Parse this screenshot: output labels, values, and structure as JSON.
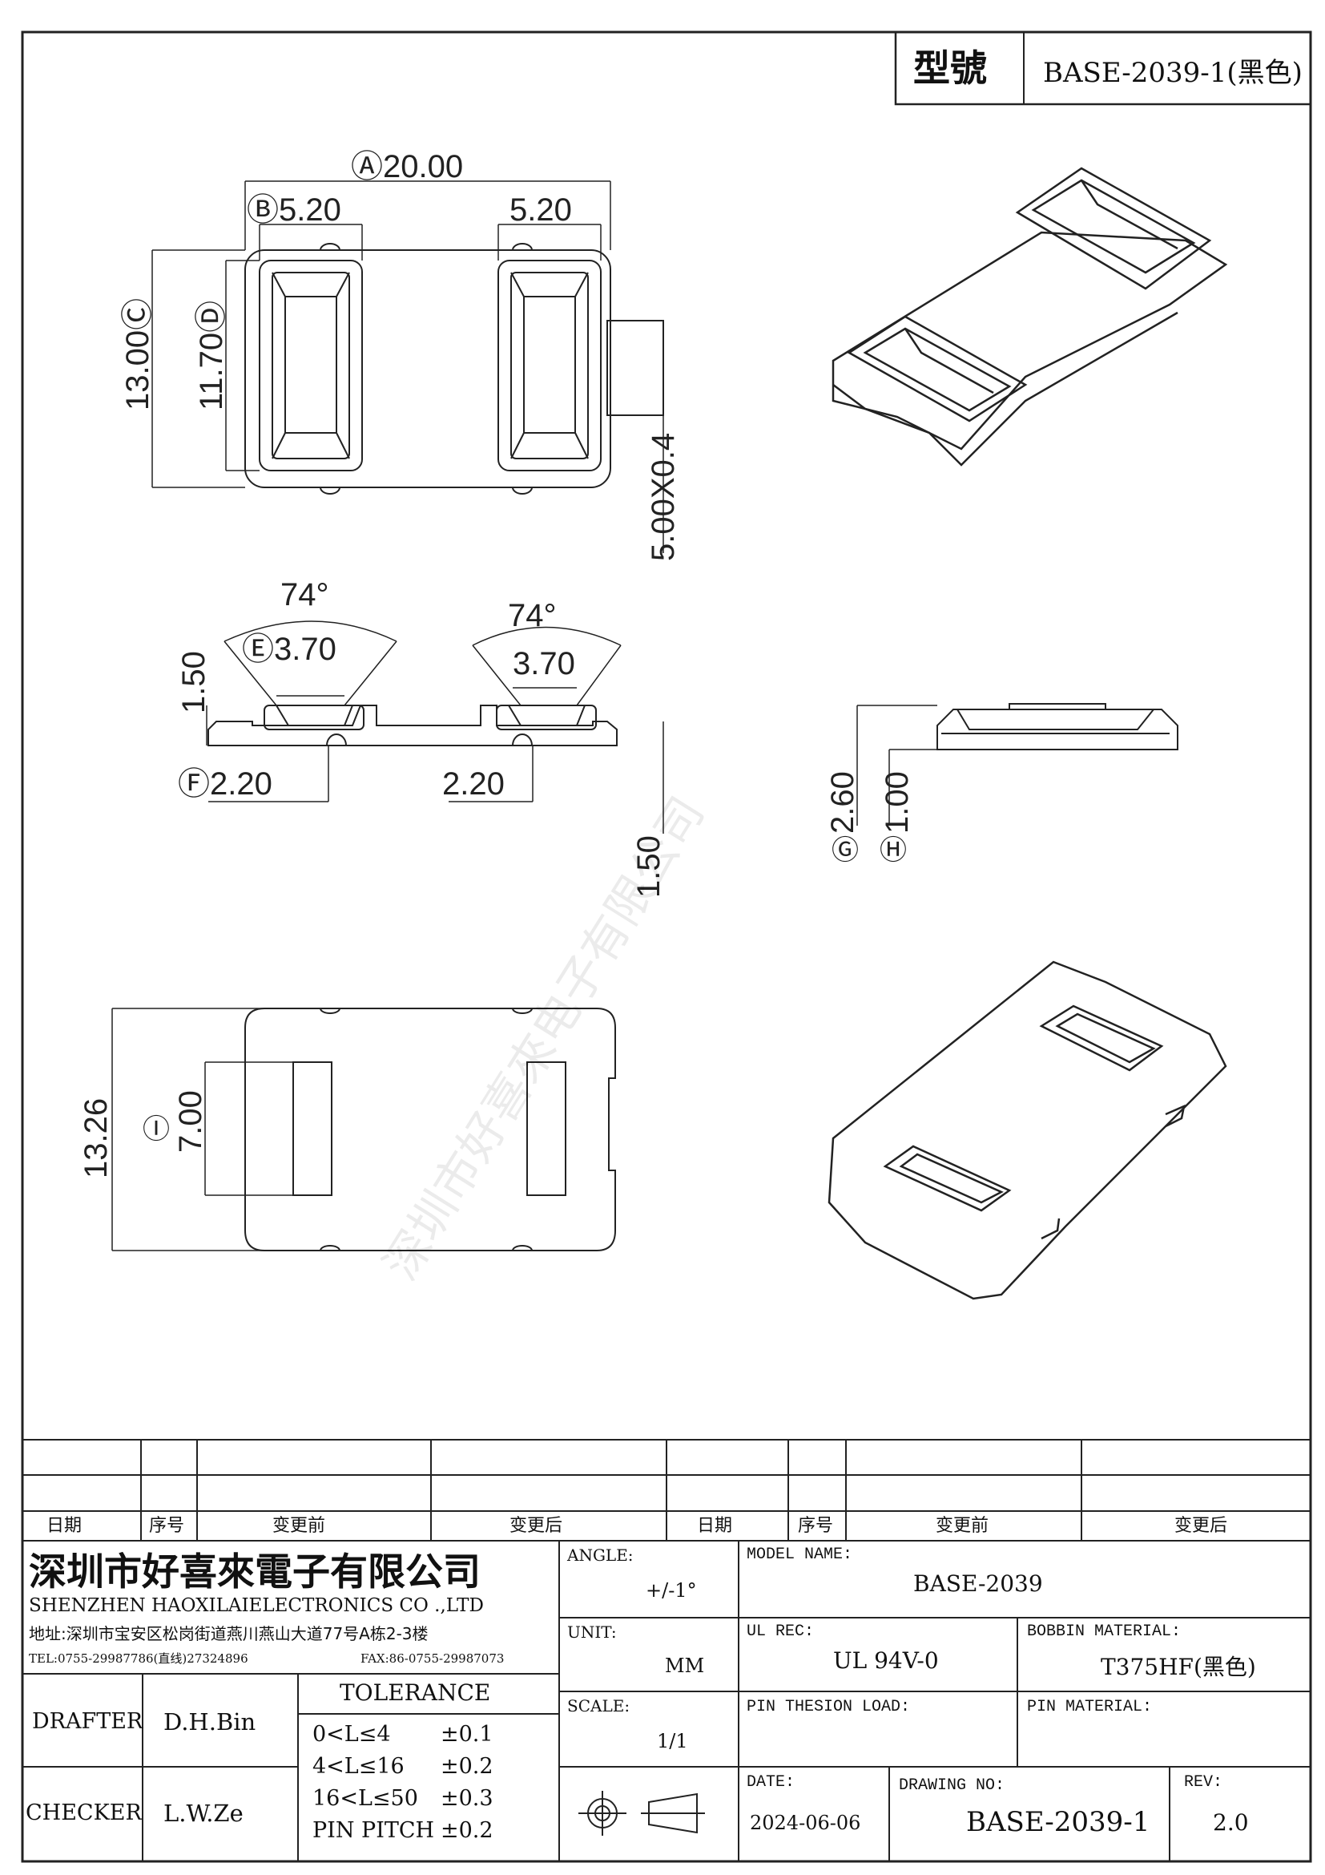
{
  "title_box": {
    "label": "型號",
    "model": "BASE-2039-1(黑色)"
  },
  "top_view": {
    "dim_total_width": "Ⓐ20.00",
    "dim_left_slot": "Ⓑ5.20",
    "dim_right_slot": "5.20",
    "dim_height": "13.00Ⓒ",
    "dim_inner_height": "11.70Ⓓ",
    "dim_tab": "5.00X0.4"
  },
  "side_view": {
    "angle_left": "74°",
    "angle_right": "74°",
    "dim_opening_left": "Ⓔ3.70",
    "dim_opening_right": "3.70",
    "dim_height_left": "1.50",
    "dim_pin_left": "Ⓕ2.20",
    "dim_pin_right": "2.20",
    "dim_height_right": "1.50"
  },
  "end_view": {
    "dim_g": "2.60",
    "dim_h": "1.00",
    "label_g": "Ⓖ",
    "label_h": "Ⓗ"
  },
  "bottom_view": {
    "dim_height": "13.26",
    "dim_slot": "7.00",
    "label_i": "Ⓘ"
  },
  "watermark": "深圳市好喜來电子有限公司",
  "revision_table": {
    "headers": [
      "日期",
      "序号",
      "变更前",
      "变更后",
      "日期",
      "序号",
      "变更前",
      "变更后"
    ]
  },
  "company": {
    "name_cn": "深圳市好喜來電子有限公司",
    "name_en": "SHENZHEN HAOXILAIELECTRONICS CO .,LTD",
    "address": "地址:深圳市宝安区松岗街道燕川燕山大道77号A栋2-3楼",
    "tel": "TEL:0755-29987786(直线)27324896",
    "fax": "FAX:86-0755-29987073"
  },
  "drafter": {
    "label": "DRAFTER",
    "value": "D.H.Bin"
  },
  "checker": {
    "label": "CHECKER",
    "value": "L.W.Ze"
  },
  "tolerance": {
    "title": "TOLERANCE",
    "rows": [
      {
        "range": "0<L≤4",
        "value": "±0.1"
      },
      {
        "range": "4<L≤16",
        "value": "±0.2"
      },
      {
        "range": "16<L≤50",
        "value": "±0.3"
      },
      {
        "range": "PIN PITCH",
        "value": "±0.2"
      }
    ]
  },
  "angle": {
    "label": "ANGLE:",
    "value": "+/-1°"
  },
  "unit": {
    "label": "UNIT:",
    "value": "MM"
  },
  "scale": {
    "label": "SCALE:",
    "value": "1/1"
  },
  "model_name": {
    "label": "MODEL NAME:",
    "value": "BASE-2039"
  },
  "ul_rec": {
    "label": "UL REC:",
    "value": "UL 94V-0"
  },
  "bobbin_material": {
    "label": "BOBBIN MATERIAL:",
    "value": "T375HF(黑色)"
  },
  "pin_tension": {
    "label": "PIN THESION LOAD:"
  },
  "pin_material": {
    "label": "PIN MATERIAL:"
  },
  "date": {
    "label": "DATE:",
    "value": "2024-06-06"
  },
  "drawing_no": {
    "label": "DRAWING NO:",
    "value": "BASE-2039-1"
  },
  "rev": {
    "label": "REV:",
    "value": "2.0"
  }
}
